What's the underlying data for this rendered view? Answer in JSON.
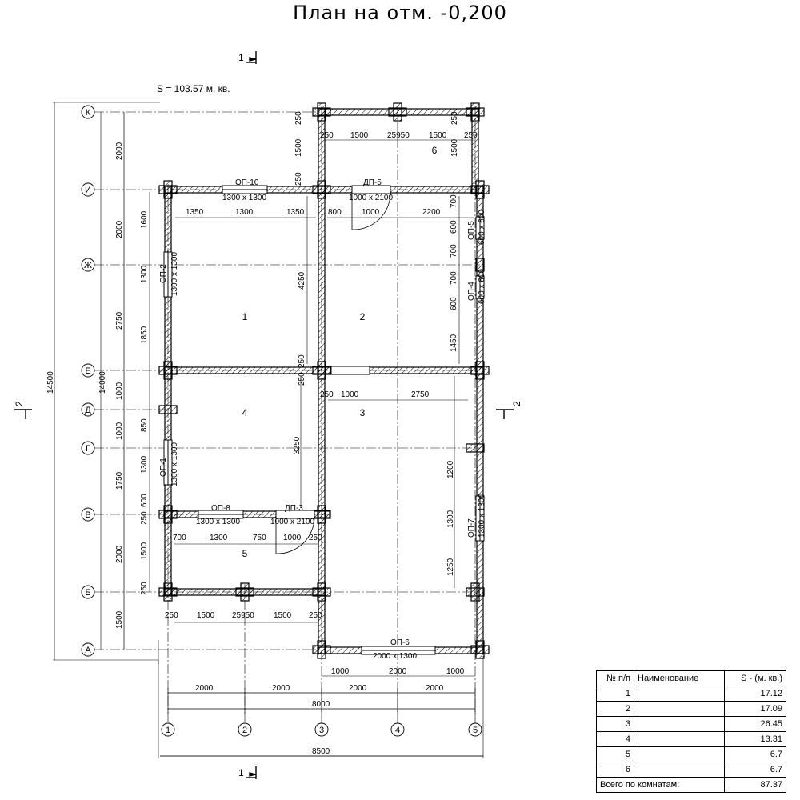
{
  "title": "План на отм. -0,200",
  "area_note": "S   = 103.57 м. кв.",
  "axes": {
    "rows": [
      "К",
      "И",
      "Ж",
      "Е",
      "Д",
      "Г",
      "В",
      "Б",
      "А"
    ],
    "cols": [
      "1",
      "2",
      "3",
      "4",
      "5"
    ]
  },
  "section_marks": {
    "s1_top": "1",
    "s1_bottom": "1",
    "s2_left": "2",
    "s2_right": "2"
  },
  "rooms": [
    "1",
    "2",
    "3",
    "4",
    "5",
    "6"
  ],
  "openings": {
    "op10": "ОП-10",
    "op10_size": "1300 x 1300",
    "dp5": "ДП-5",
    "dp5_size": "1000 x 2100",
    "op2": "ОП-2",
    "op2_size": "1300 x 1300",
    "op5": "ОП-5",
    "op5_size": "600 x 600",
    "op4": "ОП-4",
    "op4_size": "600 x 600",
    "op1": "ОП-1",
    "op1_size": "1300 x 1300",
    "op8": "ОП-8",
    "op8_size": "1300 x 1300",
    "dp3": "ДП-3",
    "dp3_size": "1000 x 2100",
    "op7": "ОП-7",
    "op7_size": "1300 x 1300",
    "op6": "ОП-6",
    "op6_size": "2000 x 1300"
  },
  "dims": {
    "left_k_i": "2000",
    "left_i_zh": "2000",
    "left_zh_e": "2750",
    "left_e_d": "1000",
    "left_d_g": "1000",
    "left_g_v": "1750",
    "left_v_b": "2000",
    "left_b_a": "1500",
    "total_height": "14500",
    "height_14000": "14000",
    "w1600": "1600",
    "w1300a": "1300",
    "w1850": "1850",
    "w850": "850",
    "w1300b": "1300",
    "w600a": "600",
    "w250a": "250",
    "w1500a": "1500",
    "w250b": "250",
    "top_250": "250",
    "top_1500": "1500",
    "top_250b": "250",
    "rm6_250a": "250",
    "rm6_1500a": "1500",
    "rm6_25950": "25950",
    "rm6_1500b": "1500",
    "rm6_250b": "250",
    "r6_1500": "1500",
    "r6_250": "250",
    "r1_1350a": "1350",
    "r1_1300": "1300",
    "r1_1350b": "1350",
    "r2_800": "800",
    "r2_1000": "1000",
    "r2_2200": "2200",
    "r2_700a": "700",
    "r2_600a": "600",
    "r2_700b": "700",
    "r2_700c": "700",
    "r2_600b": "600",
    "r2_1450": "1450",
    "r1_4250": "4250",
    "mid_250a": "250",
    "mid_250b": "250",
    "r3_250": "250",
    "r3_1000": "1000",
    "r3_2750": "2750",
    "r4_3250": "3250",
    "r3_1200": "1200",
    "r3_1300": "1300",
    "r3_1250": "1250",
    "r5_700": "700",
    "r5_1300": "1300",
    "r5_750": "750",
    "r5_1000": "1000",
    "r5_250": "250",
    "b_250a": "250",
    "b_1500a": "1500",
    "b_25950": "25950",
    "b_1500b": "1500",
    "b_250b": "250",
    "op6_1000a": "1000",
    "op6_2000": "2000",
    "op6_1000b": "1000",
    "bot_2000a": "2000",
    "bot_2000b": "2000",
    "bot_2000c": "2000",
    "bot_2000d": "2000",
    "bot_8000": "8000",
    "bot_8500": "8500"
  },
  "table": {
    "headers": [
      "№ п/п",
      "Наименование",
      "S   -  (м. кв.)"
    ],
    "rows": [
      {
        "num": "1",
        "name": "",
        "area": "17.12"
      },
      {
        "num": "2",
        "name": "",
        "area": "17.09"
      },
      {
        "num": "3",
        "name": "",
        "area": "26.45"
      },
      {
        "num": "4",
        "name": "",
        "area": "13.31"
      },
      {
        "num": "5",
        "name": "",
        "area": "6.7"
      },
      {
        "num": "6",
        "name": "",
        "area": "6.7"
      }
    ],
    "total_label": "Всего по комнатам:",
    "total_value": "87.37"
  }
}
